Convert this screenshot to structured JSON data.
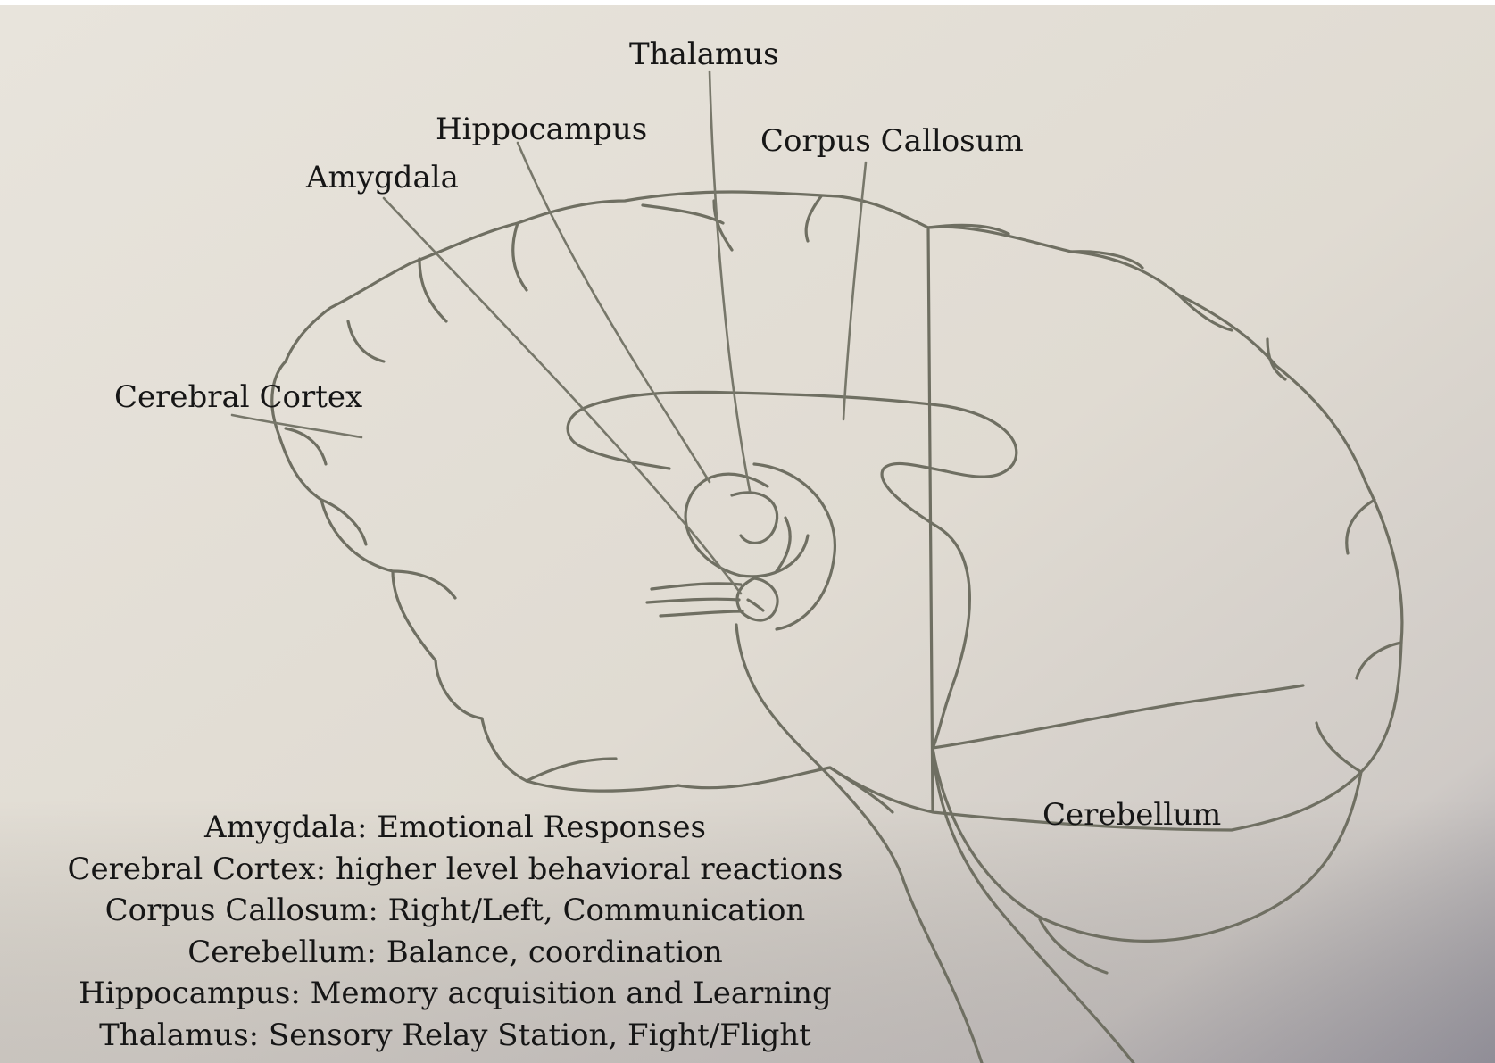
{
  "labels": {
    "thalamus": "Thalamus",
    "hippocampus": "Hippocampus",
    "corpus_callosum": "Corpus Callosum",
    "amygdala": "Amygdala",
    "cerebral_cortex": "Cerebral Cortex",
    "cerebellum": "Cerebellum"
  },
  "legend": [
    "Amygdala: Emotional Responses",
    "Cerebral Cortex:  higher level behavioral reactions",
    "Corpus Callosum:  Right/Left, Communication",
    "Cerebellum:  Balance, coordination",
    "Hippocampus:  Memory acquisition and Learning",
    "Thalamus:  Sensory Relay Station, Fight/Flight"
  ],
  "colors": {
    "paper": "#e2ddd4",
    "pencil": "#6f6f62",
    "text": "#161616"
  }
}
